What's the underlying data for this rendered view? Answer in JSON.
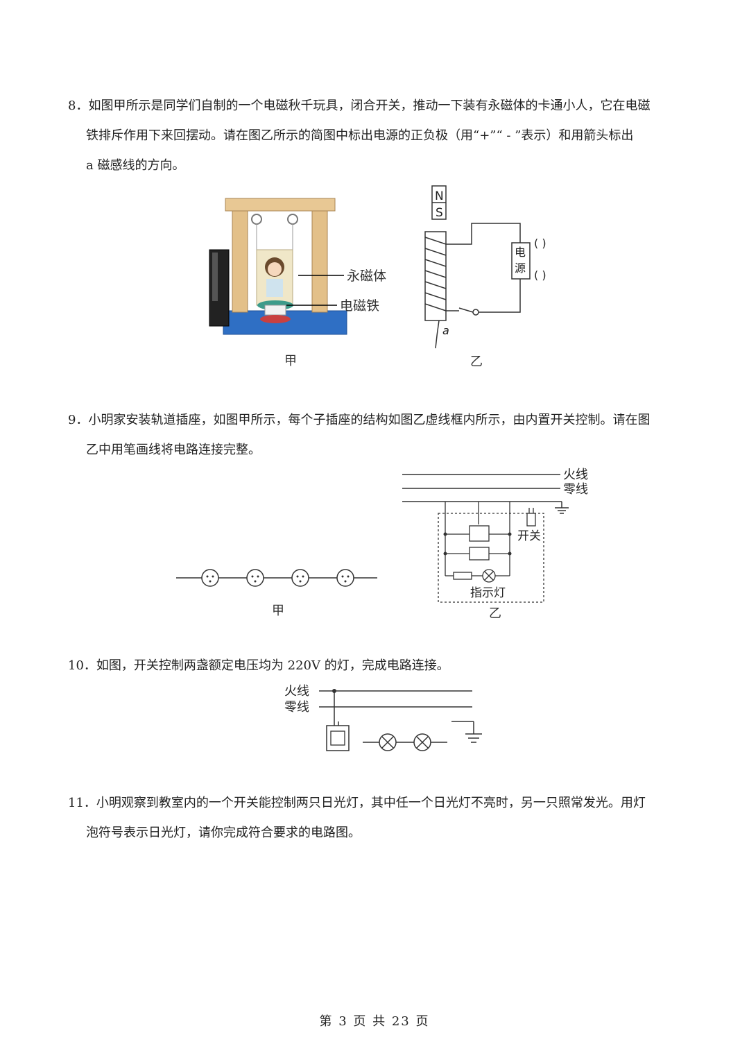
{
  "q8": {
    "line1": "8．如图甲所示是同学们自制的一个电磁秋千玩具，闭合开关，推动一下装有永磁体的卡通小人，它在电磁",
    "line2": "铁排斥作用下来回摆动。请在图乙所示的简图中标出电源的正负极（用“+”“ - ”表示）和用箭头标出",
    "line3": "a 磁感线的方向。",
    "fig_jia_labels": {
      "magnet": "永磁体",
      "electromagnet": "电磁铁",
      "caption": "甲"
    },
    "fig_yi_labels": {
      "n": "N",
      "s": "S",
      "power1": "电",
      "power2": "源",
      "bracket1": "(   )",
      "bracket2": "(   )",
      "a": "a",
      "caption": "乙"
    }
  },
  "q9": {
    "line1": "9．小明家安装轨道插座，如图甲所示，每个子插座的结构如图乙虚线框内所示，由内置开关控制。请在图",
    "line2": "乙中用笔画线将电路连接完整。",
    "fig_labels": {
      "live": "火线",
      "neutral": "零线",
      "switch": "开关",
      "indicator": "指示灯",
      "caption_jia": "甲",
      "caption_yi": "乙"
    }
  },
  "q10": {
    "line1": "10．如图，开关控制两盏额定电压均为 220V 的灯，完成电路连接。",
    "fig_labels": {
      "live": "火线",
      "neutral": "零线"
    }
  },
  "q11": {
    "line1": "11．小明观察到教室内的一个开关能控制两只日光灯，其中任一个日光灯不亮时，另一只照常发光。用灯",
    "line2": "泡符号表示日光灯，请你完成符合要求的电路图。"
  },
  "footer": {
    "text": "第 3 页 共 23 页"
  }
}
